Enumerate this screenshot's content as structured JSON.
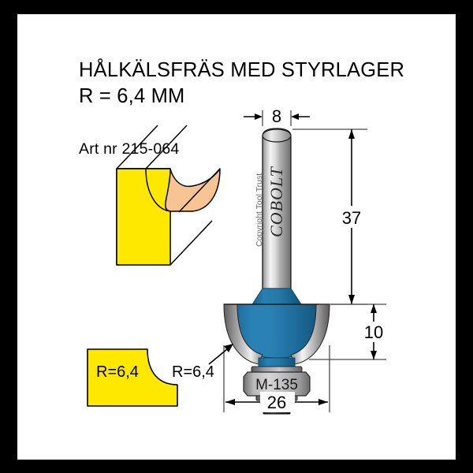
{
  "document": {
    "title_line1": "HÅLKÄLSFRÄS MED STYRLAGER",
    "title_line2": "R = 6,4 MM",
    "article_number": "Art nr 215-064",
    "copyright": "Copyright Tool Trust"
  },
  "product": {
    "brand": "COBOLT",
    "bearing_code": "M-135",
    "radius_callout": "R=6,4",
    "profile_label": "R=6,4"
  },
  "dimensions": {
    "shank_diameter": "8",
    "shank_length": "37",
    "cutter_height": "10",
    "cutter_diameter": "26"
  },
  "colors": {
    "workpiece": "#FFE800",
    "cove_face": "#F8C493",
    "cutter_blue": "#2176A8",
    "cutter_blue_dark": "#10557E",
    "steel_light": "#F2F2F2",
    "steel_dark": "#7C7C7C",
    "border": "#000000",
    "sheet": "#FFFFFF"
  }
}
